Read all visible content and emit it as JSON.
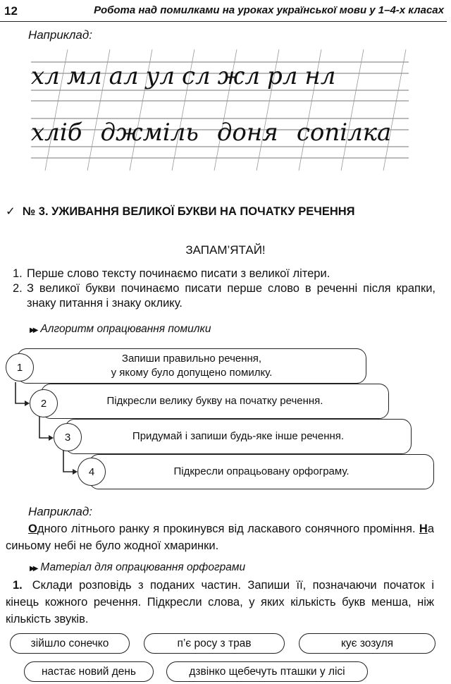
{
  "header": {
    "page_number": "12",
    "running_title": "Робота над помилками на уроках української мови у 1–4-х класах"
  },
  "example1": {
    "label": "Наприклад:",
    "line1": [
      "хл",
      "мл",
      "ал",
      "ул",
      "сл",
      "жл",
      "рл",
      "нл"
    ],
    "line2": [
      "хліб",
      "джміль",
      "доня",
      "сопілка"
    ]
  },
  "section": {
    "mark": "✓",
    "title": "№ 3. УЖИВАННЯ ВЕЛИКОЇ БУКВИ НА ПОЧАТКУ РЕЧЕННЯ"
  },
  "remember": {
    "title": "ЗАПАМ’ЯТАЙ!",
    "rules": [
      {
        "num": "1.",
        "text": "Перше слово тексту починаємо писати з великої літери."
      },
      {
        "num": "2.",
        "text": "З великої букви починаємо писати перше слово в реченні після крапки, знаку питання і знаку оклику."
      }
    ]
  },
  "algorithm": {
    "heading": "Алгоритм опрацювання помилки",
    "steps": [
      {
        "num": "1",
        "text_line1": "Запиши правильно речення,",
        "text_line2": "у якому було допущено помилку."
      },
      {
        "num": "2",
        "text_line1": "Підкресли велику букву на початку речення.",
        "text_line2": ""
      },
      {
        "num": "3",
        "text_line1": "Придумай і запиши будь-яке інше речення.",
        "text_line2": ""
      },
      {
        "num": "4",
        "text_line1": "Підкресли опрацьовану орфограму.",
        "text_line2": ""
      }
    ]
  },
  "example2": {
    "label": "Наприклад:",
    "first_letter": "О",
    "part1": "дного літнього ранку я прокинувся від ласкавого сонячного проміння. ",
    "second_letter": "Н",
    "part2": "а синьому небі не було жодної хмаринки."
  },
  "material": {
    "heading": "Матеріал для опрацювання орфограми",
    "task_num": "1.",
    "task_text": "Склади розповідь з поданих частин. Запиши її, позначаючи початок і кінець кожного речення. Підкресли слова, у яких кількість букв менша, ніж кількість звуків.",
    "phrases": [
      "зійшло сонечко",
      "п’є росу з трав",
      "кує зозуля",
      "настає новий день",
      "дзвінко щебечуть пташки у лісі"
    ]
  }
}
